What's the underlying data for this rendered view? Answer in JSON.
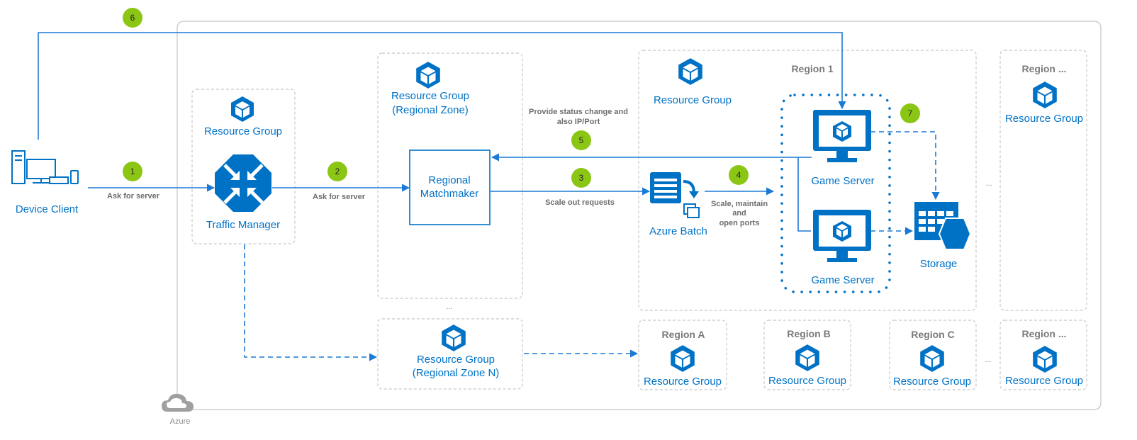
{
  "colors": {
    "primary_blue": "#0072c6",
    "step_green": "#8cc614",
    "box_border": "#c8c8c8"
  },
  "device_client": {
    "label": "Device Client",
    "icon": "device-client-icon"
  },
  "traffic_manager": {
    "group_label": "Resource Group",
    "label": "Traffic Manager",
    "icon": "traffic-manager-icon"
  },
  "regional_zone": {
    "group_label_line1": "Resource Group",
    "group_label_line2": "(Regional Zone)",
    "matchmaker_line1": "Regional",
    "matchmaker_line2": "Matchmaker"
  },
  "regional_zone_ellipsis": "...",
  "regional_zone_n": {
    "label_line1": "Resource Group",
    "label_line2": "(Regional Zone N)"
  },
  "region1": {
    "title": "Region 1",
    "group_label": "Resource Group",
    "batch_label": "Azure Batch",
    "game_server_1": "Game Server",
    "game_server_2": "Game Server",
    "storage_label": "Storage"
  },
  "region_top_right": {
    "title": "Region ...",
    "group_label": "Resource Group"
  },
  "region_middle_ellipsis": "...",
  "bottom_regions": [
    {
      "title": "Region A",
      "group_label": "Resource Group"
    },
    {
      "title": "Region B",
      "group_label": "Resource Group"
    },
    {
      "title": "Region C",
      "group_label": "Resource Group"
    },
    {
      "title": "Region ...",
      "group_label": "Resource Group"
    }
  ],
  "bottom_ellipsis": "...",
  "steps": {
    "s1": {
      "number": "1",
      "label": "Ask for server"
    },
    "s2": {
      "number": "2",
      "label": "Ask for server"
    },
    "s3": {
      "number": "3",
      "label": "Scale out requests"
    },
    "s4": {
      "number": "4",
      "label_line1": "Scale, maintain",
      "label_line2": "and",
      "label_line3": "open ports"
    },
    "s5": {
      "number": "5",
      "label_line1": "Provide status change and",
      "label_line2": "also IP/Port"
    },
    "s6": {
      "number": "6"
    },
    "s7": {
      "number": "7"
    }
  },
  "azure_label": "Azure"
}
